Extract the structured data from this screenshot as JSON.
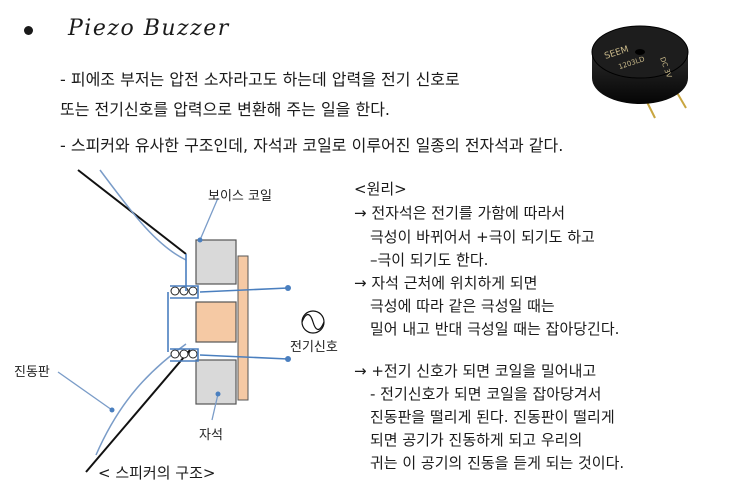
{
  "title": "Piezo Buzzer",
  "intro": [
    "- 피에조 부저는 압전 소자라고도 하는데 압력을 전기 신호로",
    "또는 전기신호를 압력으로 변환해 주는 일을 한다.",
    "- 스피커와 유사한 구조인데, 자석과 코일로 이루어진 일종의 전자석과 같다."
  ],
  "buzzer_photo": {
    "line1": "SEEM",
    "line2": "DC 3V",
    "line3": "1203LD"
  },
  "diagram": {
    "label_coil": "보이스 코일",
    "label_diaphragm": "진동판",
    "label_magnet": "자석",
    "label_signal": "전기신호",
    "caption": "< 스피커의 구조>"
  },
  "principle": {
    "heading": "<원리>",
    "lines": [
      "→ 전자석은 전기를 가함에 따라서",
      "극성이 바뀌어서 +극이 되기도 하고",
      "–극이 되기도 한다.",
      "→ 자석 근처에 위치하게 되면",
      "극성에 따라 같은 극성일 때는",
      "밀어 내고 반대 극성일 때는 잡아당긴다.",
      "→ +전기 신호가 되면 코일을 밀어내고",
      "- 전기신호가 되면 코일을 잡아당겨서",
      "진동판을 떨리게 된다. 진동판이 떨리게",
      "되면 공기가 진동하게 되고 우리의",
      "귀는 이 공기의 진동을 듣게 되는 것이다."
    ]
  },
  "colors": {
    "line_blue": "#4a7fbf",
    "magnet_grey": "#d9d9d9",
    "core_orange": "#f5c9a4"
  }
}
